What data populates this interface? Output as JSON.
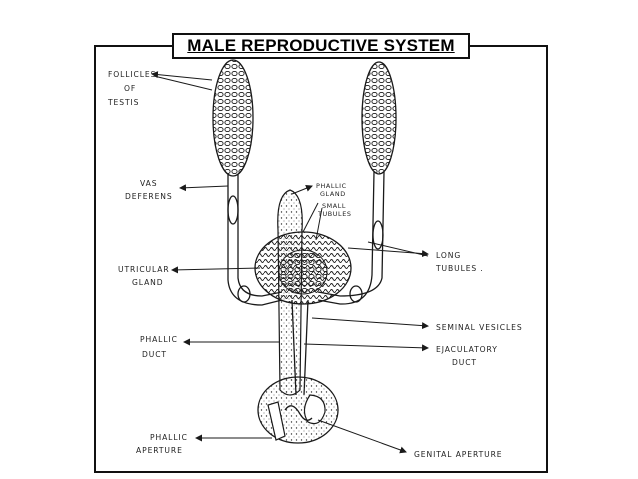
{
  "title": "MALE REPRODUCTIVE SYSTEM",
  "labels": {
    "follicles_1": "FOLLICLES",
    "follicles_2": "OF",
    "follicles_3": "TESTIS",
    "vas_1": "VAS",
    "vas_2": "DEFERENS",
    "phallic_gland_1": "PHALLIC",
    "phallic_gland_2": "GLAND",
    "small_tubules_1": "SMALL",
    "small_tubules_2": "TUBULES",
    "long_tubules_1": "LONG",
    "long_tubules_2": "TUBULES .",
    "utricular_1": "UTRICULAR",
    "utricular_2": "GLAND",
    "seminal": "SEMINAL VESICLES",
    "phallic_duct_1": "PHALLIC",
    "phallic_duct_2": "DUCT",
    "ejaculatory_1": "EJACULATORY",
    "ejaculatory_2": "DUCT",
    "phallic_aperture_1": "PHALLIC",
    "phallic_aperture_2": "APERTURE",
    "genital_aperture": "GENITAL APERTURE"
  }
}
